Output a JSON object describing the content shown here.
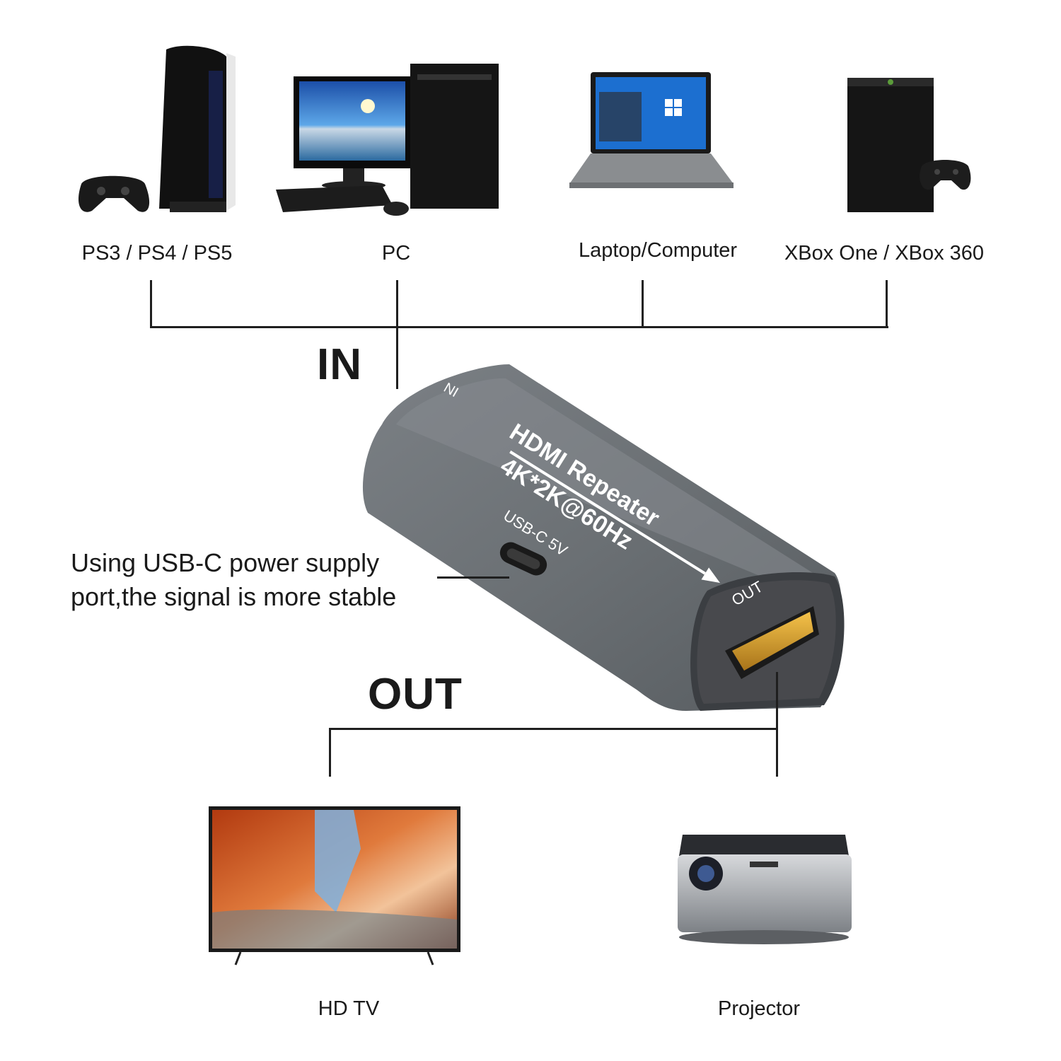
{
  "sources": [
    {
      "label": "PS3 / PS4 / PS5",
      "icon": "game-console-icon"
    },
    {
      "label": "PC",
      "icon": "desktop-pc-icon"
    },
    {
      "label": "Laptop/Computer",
      "icon": "laptop-icon"
    },
    {
      "label": "XBox One / XBox 360",
      "icon": "xbox-console-icon"
    }
  ],
  "in_label": "IN",
  "out_label": "OUT",
  "device": {
    "title": "HDMI Repeater",
    "spec": "4K*2K@60Hz",
    "usb_port": "USB-C 5V",
    "side_in": "IN",
    "side_out": "OUT",
    "body_color": "#6b7074"
  },
  "note": {
    "line1": "Using USB-C power supply",
    "line2": "port,the signal is more stable"
  },
  "outputs": [
    {
      "label": "HD TV",
      "icon": "tv-icon"
    },
    {
      "label": "Projector",
      "icon": "projector-icon"
    }
  ]
}
